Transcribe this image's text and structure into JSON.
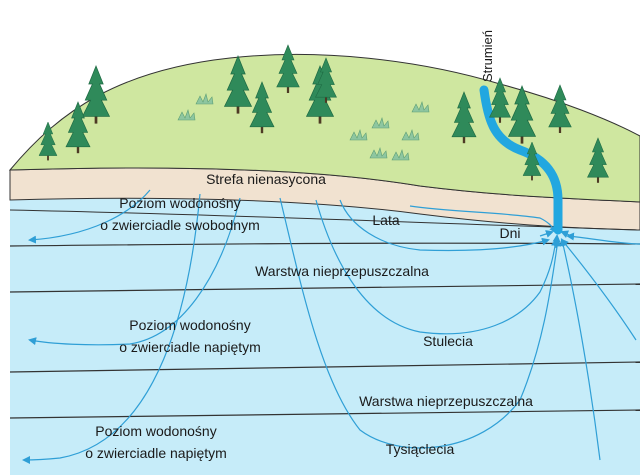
{
  "labels": {
    "stream": "Strumień",
    "unsaturated_zone": "Strefa nienasycona",
    "unconfined_aquifer_line1": "Poziom wodonośny",
    "unconfined_aquifer_line2": "o zwierciadle swobodnym",
    "years": "Lata",
    "days": "Dni",
    "confining_layer_1": "Warstwa nieprzepuszczalna",
    "confined_aquifer_1_line1": "Poziom wodonośny",
    "confined_aquifer_1_line2": "o zwierciadle napiętym",
    "centuries": "Stulecia",
    "confining_layer_2": "Warstwa nieprzepuszczalna",
    "confined_aquifer_2_line1": "Poziom wodonośny",
    "confined_aquifer_2_line2": "o zwierciadle napiętym",
    "millennia": "Tysiąclecia"
  },
  "colors": {
    "groundwater": "#c6ecf9",
    "surface": "#cfe7a0",
    "unsaturated_zone": "#f1e2d0",
    "stream": "#22a7e0",
    "flowline": "#2f9fd6",
    "tree": "#2f8a5a",
    "layer_line": "#333333"
  }
}
